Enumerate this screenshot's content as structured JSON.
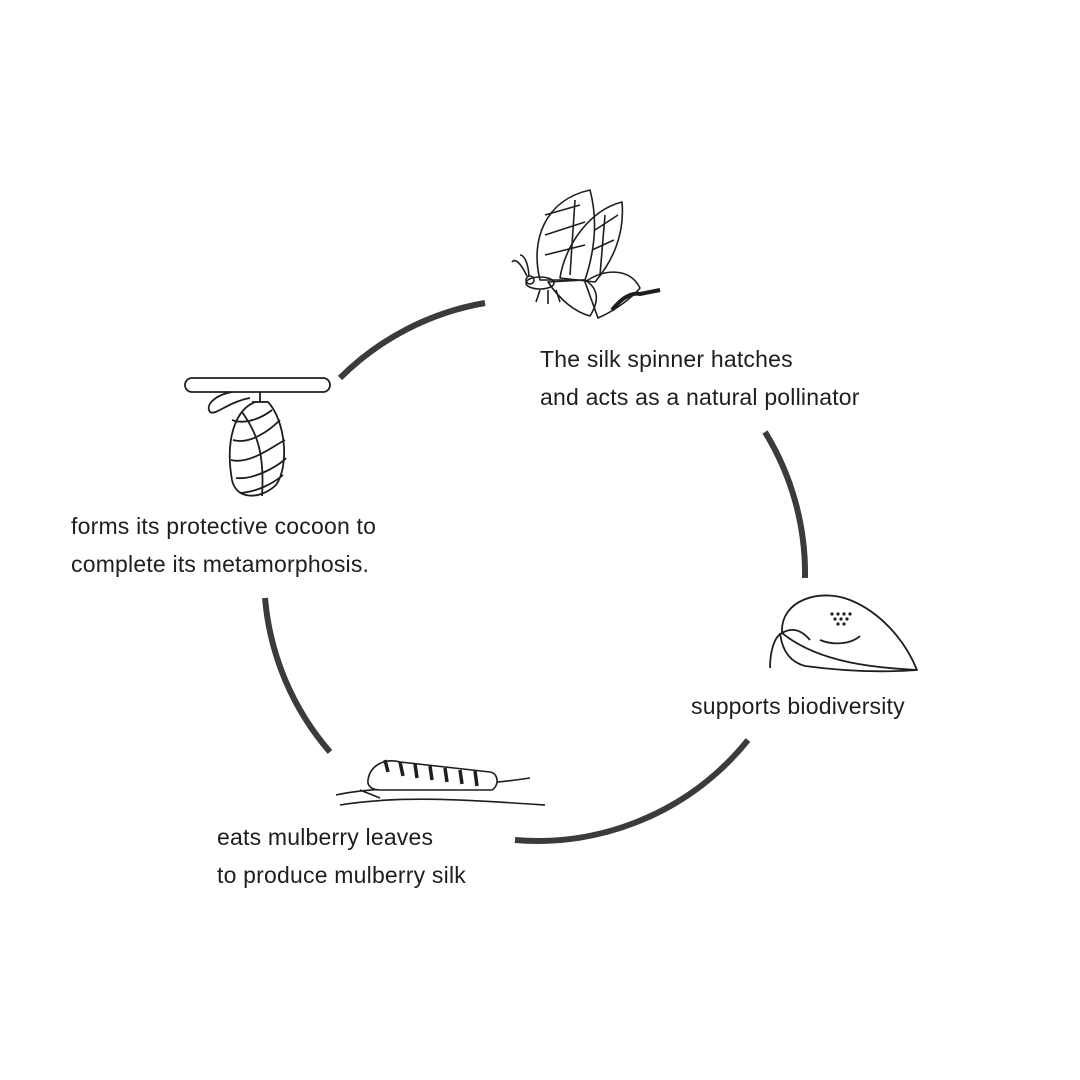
{
  "colors": {
    "ring": "#3b3b3b",
    "ink": "#1e1e1e",
    "background": "#ffffff"
  },
  "stages": [
    {
      "icon": "butterfly-icon",
      "lines": [
        "The silk spinner hatches",
        "and acts as a natural pollinator"
      ]
    },
    {
      "icon": "leaf-with-eggs-icon",
      "lines": [
        "supports biodiversity"
      ]
    },
    {
      "icon": "caterpillar-icon",
      "lines": [
        "eats mulberry leaves",
        "to produce mulberry silk"
      ]
    },
    {
      "icon": "cocoon-icon",
      "lines": [
        "forms its protective cocoon to",
        "complete its metamorphosis."
      ]
    }
  ]
}
